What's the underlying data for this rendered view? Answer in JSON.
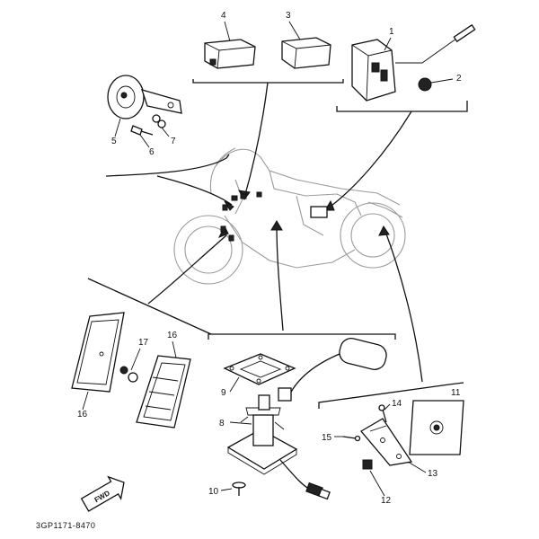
{
  "labels": {
    "p1": "1",
    "p2": "2",
    "p3": "3",
    "p4": "4",
    "p5": "5",
    "p6": "6",
    "p7": "7",
    "p8": "8",
    "p9": "9",
    "p10": "10",
    "p11": "11",
    "p12": "12",
    "p13": "13",
    "p14": "14",
    "p15": "15",
    "p16a": "16",
    "p16b": "16",
    "p17": "17"
  },
  "fwd_text": "FWD",
  "drawing_code": "3GP1171-8470"
}
